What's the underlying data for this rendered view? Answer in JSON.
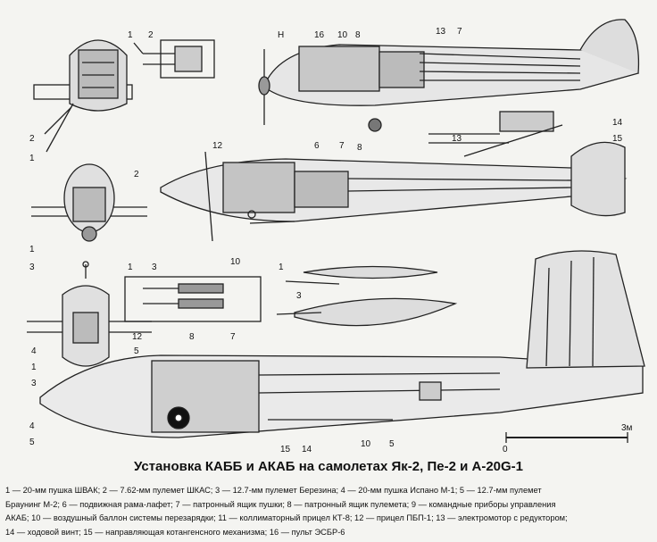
{
  "title": "Установка КАББ и АКАБ на самолетах Як-2, Пе-2 и А-20G-1",
  "legend_lines": [
    "1 — 20-мм пушка ШВАК; 2 — 7.62-мм пулемет ШКАС; 3 — 12.7-мм пулемет Березина; 4 — 20-мм пушка Испано М-1; 5 — 12.7-мм пулемет",
    "Браунинг М-2; 6 — подвижная рама-лафет; 7 — патронный ящик пушки; 8 — патронный ящик пулемета; 9 — командные приборы управления",
    "АКАБ; 10 — воздушный баллон системы перезарядки; 11 — коллиматорный прицел КТ-8; 12 — прицел ПБП-1; 13 — электромотор с редуктором;",
    "14 — ходовой винт; 15 — направляющая котангенсного механизма; 16 — пульт ЭСБР-6"
  ],
  "scale": {
    "zero": "0",
    "end": "3м"
  },
  "callouts": {
    "top_inset": [
      "1",
      "2"
    ],
    "yak_front": [
      "2",
      "1"
    ],
    "yak_side": [
      "Н",
      "16",
      "10",
      "8",
      "13",
      "7",
      "6",
      "7",
      "8"
    ],
    "motor_detail": [
      "14",
      "15",
      "13"
    ],
    "pe2_front": [
      "2",
      "1",
      "3"
    ],
    "pe2_side": [
      "12",
      "10"
    ],
    "pe2_inset": [
      "1",
      "3"
    ],
    "pods": [
      "1",
      "3"
    ],
    "a20_front": [
      "4",
      "5",
      "1",
      "3"
    ],
    "a20_side": [
      "12",
      "8",
      "7",
      "4",
      "5",
      "15",
      "14",
      "10",
      "5"
    ]
  }
}
